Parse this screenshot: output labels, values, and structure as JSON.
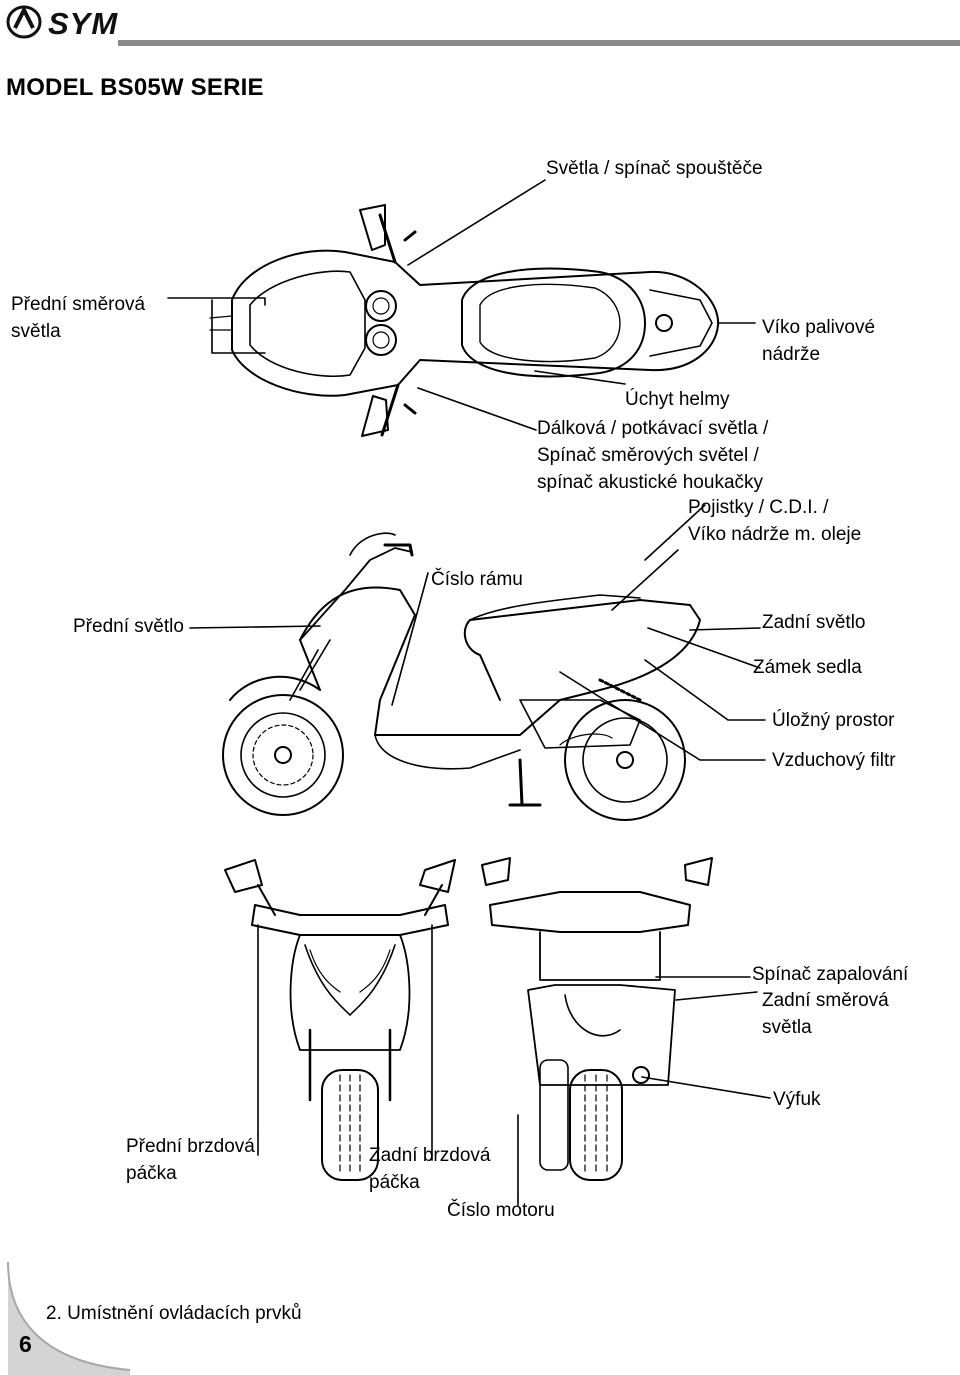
{
  "header": {
    "brand": "SYM"
  },
  "title": "MODEL BS05W SERIE",
  "labels": {
    "starter": "Světla / spínač spouštěče",
    "front_turn": "Přední směrová\nsvětla",
    "fuel_cap": "Víko palivové\nnádrže",
    "helmet": "Úchyt helmy",
    "beam": "Dálková / potkávací světla /\nSpínač směrových světel /\nspínač akustické houkačky",
    "fuses": "Pojistky / C.D.I. /\nVíko nádrže m. oleje",
    "frame_no": "Číslo rámu",
    "headlight": "Přední světlo",
    "tail": "Zadní světlo",
    "seat_lock": "Zámek sedla",
    "storage": "Úložný prostor",
    "air_filter": "Vzduchový filtr",
    "ignition": "Spínač zapalování",
    "rear_turn": "Zadní směrová\nsvětla",
    "exhaust": "Výfuk",
    "front_brake": "Přední brzdová\npáčka",
    "rear_brake": "Zadní brzdová\npáčka",
    "engine_no": "Číslo motoru"
  },
  "footer": {
    "section": "2. Umístnění ovládacích prvků",
    "page": "6"
  }
}
